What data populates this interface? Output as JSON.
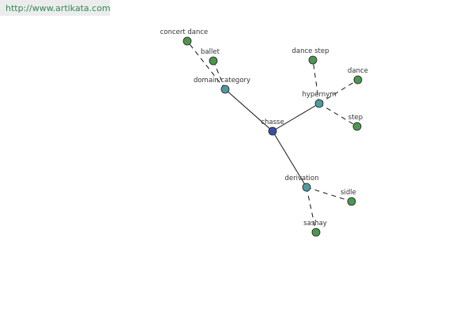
{
  "header": {
    "url_text": "http://www.artikata.com"
  },
  "graph": {
    "colors": {
      "center": "#3d4f9e",
      "hub": "#4f9aa0",
      "leaf": "#4e9550",
      "node_stroke": "#222222",
      "edge": "#111111"
    },
    "nodes": {
      "chasse": {
        "label": "chasse",
        "kind": "center"
      },
      "domain_category": {
        "label": "domain category",
        "kind": "hub"
      },
      "hypernym": {
        "label": "hypernym",
        "kind": "hub"
      },
      "derivation": {
        "label": "derivation",
        "kind": "hub"
      },
      "concert_dance": {
        "label": "concert dance",
        "kind": "leaf"
      },
      "ballet": {
        "label": "ballet",
        "kind": "leaf"
      },
      "dance_step": {
        "label": "dance step",
        "kind": "leaf"
      },
      "dance": {
        "label": "dance",
        "kind": "leaf"
      },
      "step": {
        "label": "step",
        "kind": "leaf"
      },
      "sidle": {
        "label": "sidle",
        "kind": "leaf"
      },
      "sashay": {
        "label": "sashay",
        "kind": "leaf"
      }
    },
    "edges": [
      {
        "from": "chasse",
        "to": "domain_category",
        "style": "solid"
      },
      {
        "from": "chasse",
        "to": "hypernym",
        "style": "solid"
      },
      {
        "from": "chasse",
        "to": "derivation",
        "style": "solid"
      },
      {
        "from": "domain_category",
        "to": "concert_dance",
        "style": "dashed"
      },
      {
        "from": "domain_category",
        "to": "ballet",
        "style": "dashed"
      },
      {
        "from": "hypernym",
        "to": "dance_step",
        "style": "dashed"
      },
      {
        "from": "hypernym",
        "to": "dance",
        "style": "dashed"
      },
      {
        "from": "hypernym",
        "to": "step",
        "style": "dashed"
      },
      {
        "from": "derivation",
        "to": "sidle",
        "style": "dashed"
      },
      {
        "from": "derivation",
        "to": "sashay",
        "style": "dashed"
      }
    ]
  }
}
